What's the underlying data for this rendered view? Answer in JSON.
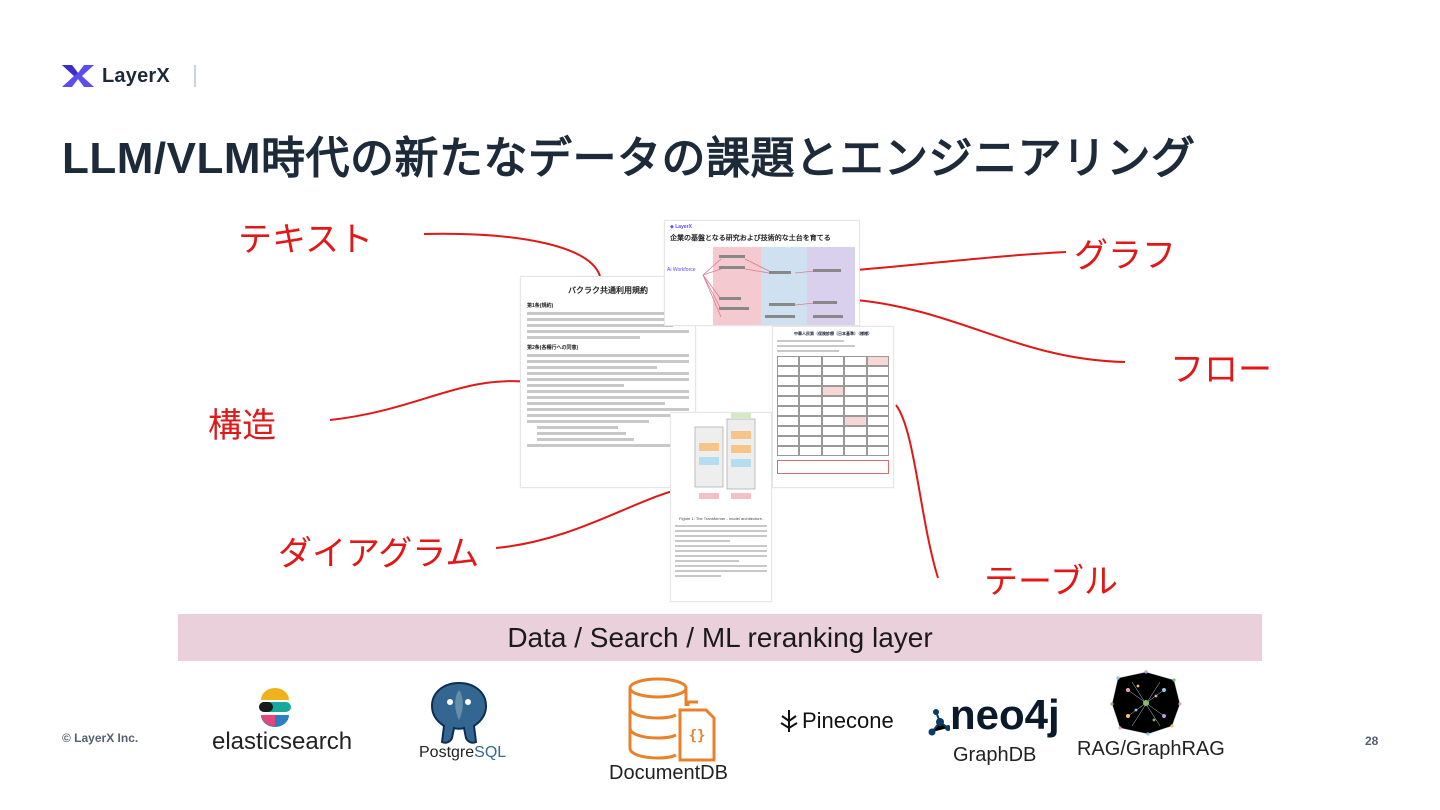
{
  "brand": {
    "name": "LayerX"
  },
  "slide": {
    "title": "LLM/VLM時代の新たなデータの課題とエンジニアリング",
    "labels": {
      "text": "テキスト",
      "graph": "グラフ",
      "flow": "フロー",
      "structure": "構造",
      "diagram": "ダイアグラム",
      "table": "テーブル"
    },
    "band": "Data / Search / ML reranking layer",
    "footer": "© LayerX Inc.",
    "page_number": "28"
  },
  "docs": {
    "terms_title": "バクラク共通利用規約",
    "terms_sec1": "第1条(規約)",
    "terms_sec2": "第2条(各種行への同意)",
    "graph_title": "企業の基盤となる研究および技術的な土台を育てる",
    "graph_node": "Ai Workforce",
    "diagram_caption": "Figure 1: The Transformer - model architecture.",
    "table_title": "中華人民第（保険診療（日本基準）（様様）"
  },
  "logos": [
    {
      "name": "elasticsearch",
      "caption": "elasticsearch"
    },
    {
      "name": "postgresql",
      "caption": "PostgreSQL",
      "caption_main": "Postgre",
      "caption_accent": "SQL"
    },
    {
      "name": "documentdb",
      "caption": "DocumentDB"
    },
    {
      "name": "pinecone",
      "caption": "Pinecone"
    },
    {
      "name": "neo4j",
      "caption": "neo4j",
      "sub": "GraphDB"
    },
    {
      "name": "graphrag",
      "caption": "RAG/GraphRAG"
    }
  ],
  "colors": {
    "accent_red": "#e01818",
    "title_navy": "#1d2a3a",
    "band_pink": "#ead0db",
    "brand_purple": "#5b4df0",
    "doc_orange": "#e8822a"
  }
}
